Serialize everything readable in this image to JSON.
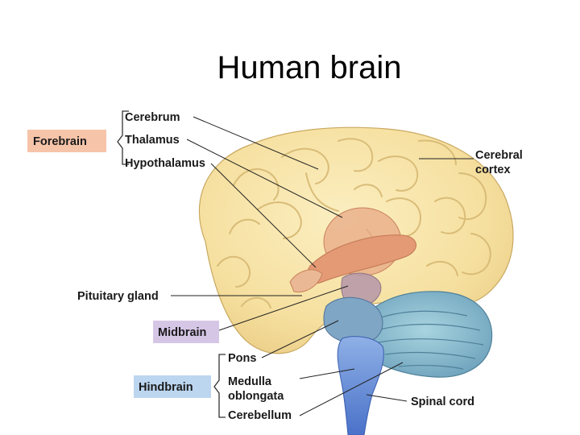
{
  "title": "Human brain",
  "groups": {
    "forebrain": {
      "label": "Forebrain",
      "color": "#f6c4a9"
    },
    "midbrain": {
      "label": "Midbrain",
      "color": "#d6c6e6"
    },
    "hindbrain": {
      "label": "Hindbrain",
      "color": "#bcd6f0"
    }
  },
  "labels": {
    "cerebrum": "Cerebrum",
    "thalamus": "Thalamus",
    "hypothalamus": "Hypothalamus",
    "cerebral_cortex_line1": "Cerebral",
    "cerebral_cortex_line2": "cortex",
    "pituitary_gland": "Pituitary gland",
    "pons": "Pons",
    "medulla_line1": "Medulla",
    "medulla_line2": "oblongata",
    "cerebellum": "Cerebellum",
    "spinal_cord": "Spinal cord"
  },
  "colors": {
    "cerebrum": "#f7e3a6",
    "thalamus": "#e3a27a",
    "hypothalamus": "#e8b08a",
    "brainstem": "#6a8fd8",
    "cerebellum": "#7fb2c8"
  }
}
